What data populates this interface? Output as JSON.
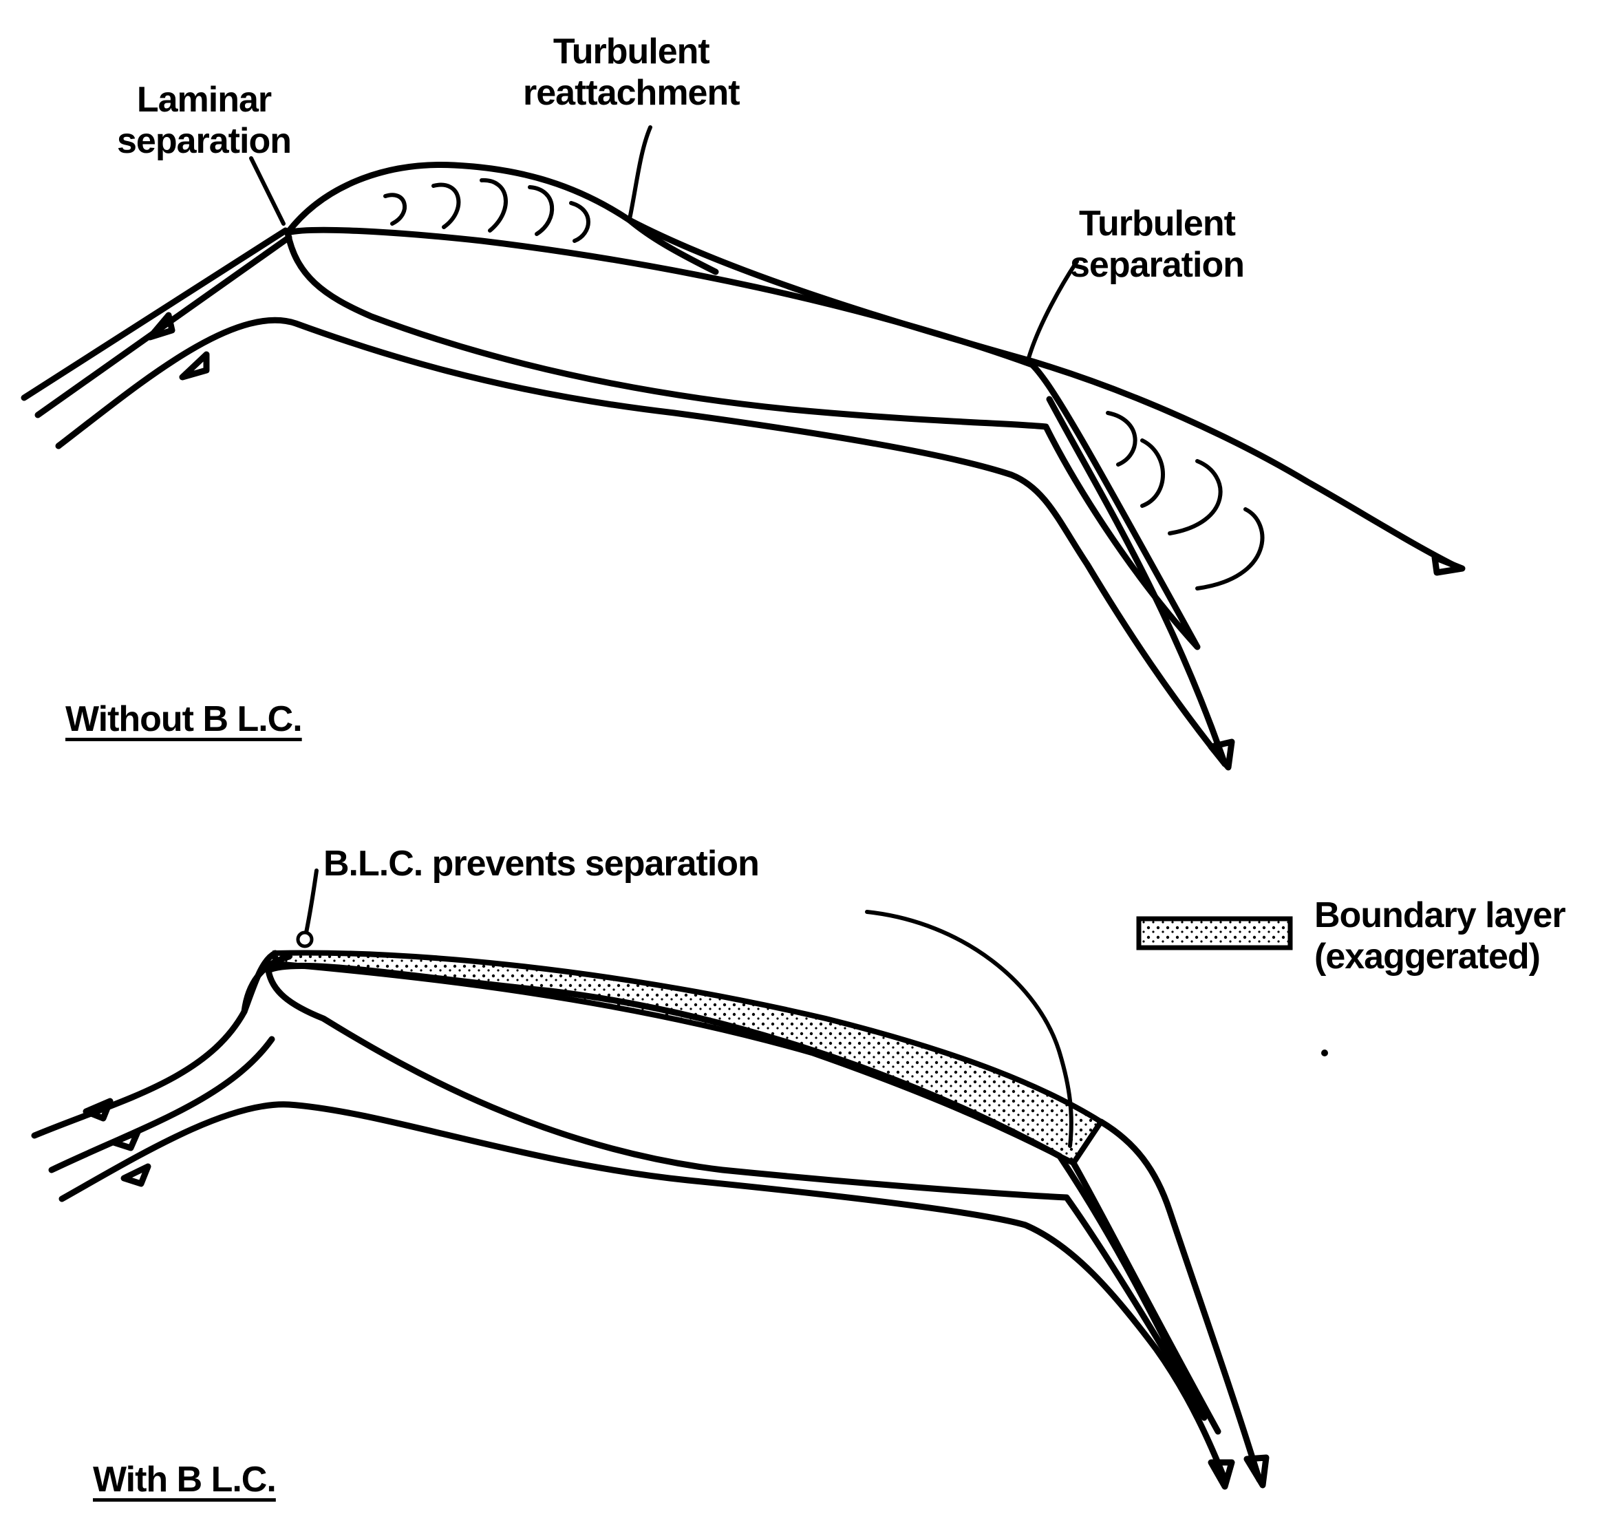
{
  "top_panel": {
    "labels": {
      "laminar_separation": [
        "Laminar",
        "separation"
      ],
      "turbulent_reattachment": [
        "Turbulent",
        "reattachment"
      ],
      "turbulent_separation": [
        "Turbulent",
        "separation"
      ]
    },
    "caption": "Without B L.C."
  },
  "bottom_panel": {
    "labels": {
      "blc_prevents": "B.L.C. prevents separation"
    },
    "caption": "With B L.C."
  },
  "legend": {
    "label": [
      "Boundary layer",
      "(exaggerated)"
    ]
  }
}
